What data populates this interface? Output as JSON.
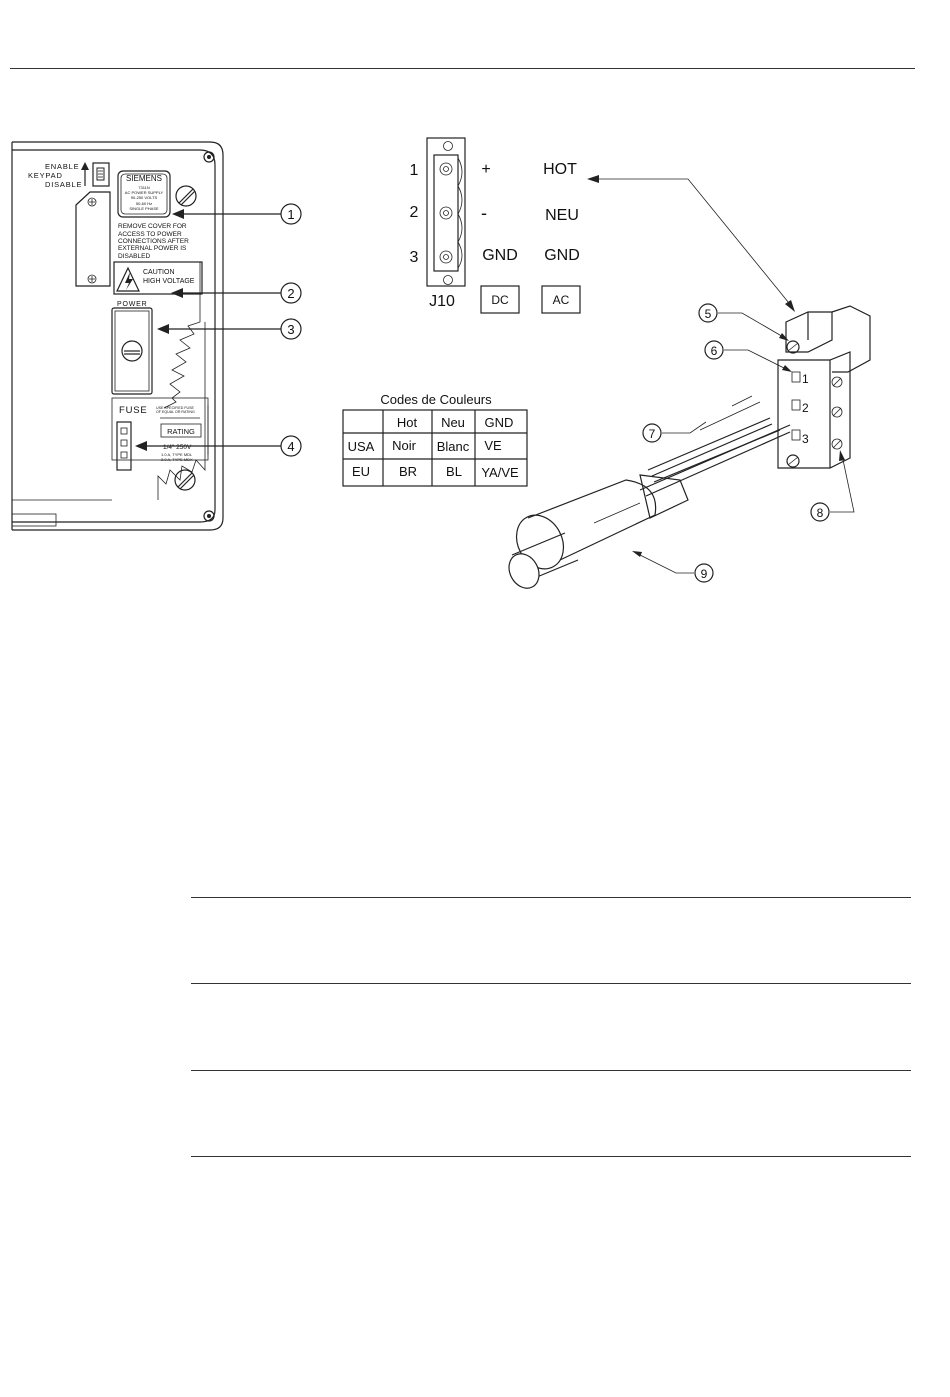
{
  "panel": {
    "keypad_switch": {
      "enable": "ENABLE",
      "keypad": "KEYPAD",
      "disable": "DISABLE"
    },
    "power_label": {
      "brand": "SIEMENS",
      "lines": [
        "7311N",
        "AC POWER SUPPLY",
        "90-250 VOLTS",
        "50-60 Hz",
        "SINGLE PHASE"
      ]
    },
    "cover_note": [
      "REMOVE COVER FOR",
      "ACCESS TO POWER",
      "CONNECTIONS AFTER",
      "EXTERNAL POWER IS",
      "DISABLED"
    ],
    "caution": [
      "CAUTION",
      "HIGH VOLTAGE"
    ],
    "power": "POWER",
    "fuse": "FUSE",
    "fuse_note": [
      "USE SPECIFIED FUSE",
      "OF EQUAL OR RATING"
    ],
    "rating": "RATING",
    "fuse_rating": "1/4\" 250V",
    "fuse_types": [
      "1.0 A, TYPE MDL",
      "2.0 A, TYPE MDX"
    ]
  },
  "callouts": [
    "1",
    "2",
    "3",
    "4",
    "5",
    "6",
    "7",
    "8",
    "9"
  ],
  "connector": {
    "pins": [
      "1",
      "2",
      "3"
    ],
    "name": "J10",
    "dc_labels": [
      "+",
      "-",
      "GND"
    ],
    "ac_labels": [
      "HOT",
      "NEU",
      "GND"
    ],
    "dc_box": "DC",
    "ac_box": "AC"
  },
  "plug_pins": [
    "1",
    "2",
    "3"
  ],
  "color_table": {
    "title": "Codes de Couleurs",
    "headers": [
      "",
      "Hot",
      "Neu",
      "GND"
    ],
    "rows": [
      [
        "USA",
        "Noir",
        "Blanc",
        "VE"
      ],
      [
        "EU",
        "BR",
        "BL",
        "YA/VE"
      ]
    ]
  }
}
